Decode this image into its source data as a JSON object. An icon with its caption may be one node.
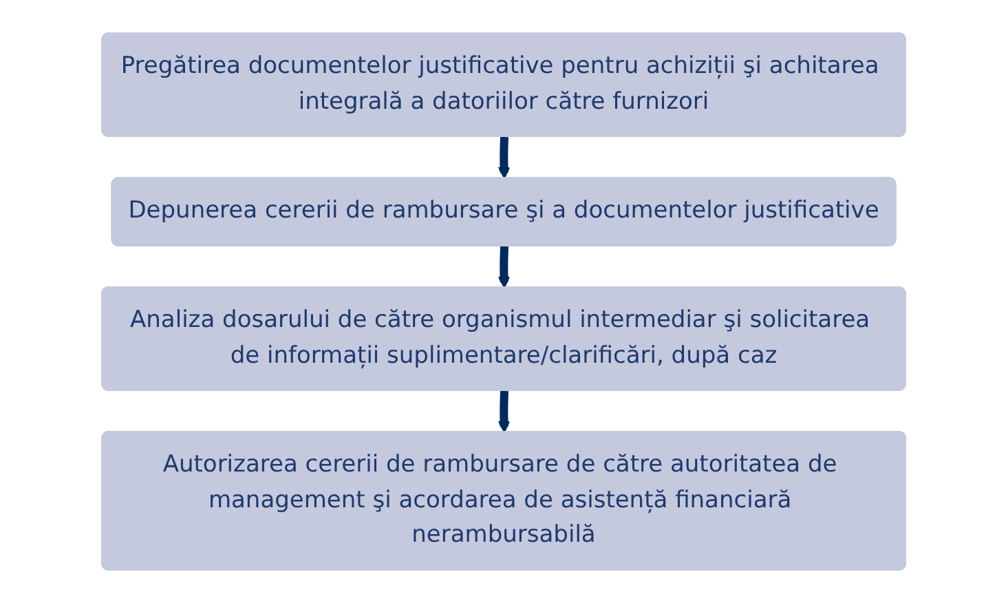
{
  "diagram": {
    "nodes": [
      {
        "text": [
          "Pregătirea documentelor justificative pentru achiziții şi achitarea integrală a datoriilor către furnizori"
        ]
      },
      {
        "text": [
          "Depunerea cererii de rambursare şi a documentelor justificative"
        ]
      },
      {
        "text": [
          "Analiza dosarului de către organismul intermediar şi solicitarea de informații suplimentare/clarificări, după caz"
        ]
      },
      {
        "text": [
          "Autorizarea cererii de rambursare de către autoritatea de management şi acordarea de asistență financiară nerambursabilă"
        ]
      }
    ],
    "edges": [
      {
        "from": 0,
        "to": 1,
        "arrow": "to"
      },
      {
        "from": 1,
        "to": 2,
        "arrow": "to"
      },
      {
        "from": 2,
        "to": 3,
        "arrow": "to"
      }
    ]
  }
}
